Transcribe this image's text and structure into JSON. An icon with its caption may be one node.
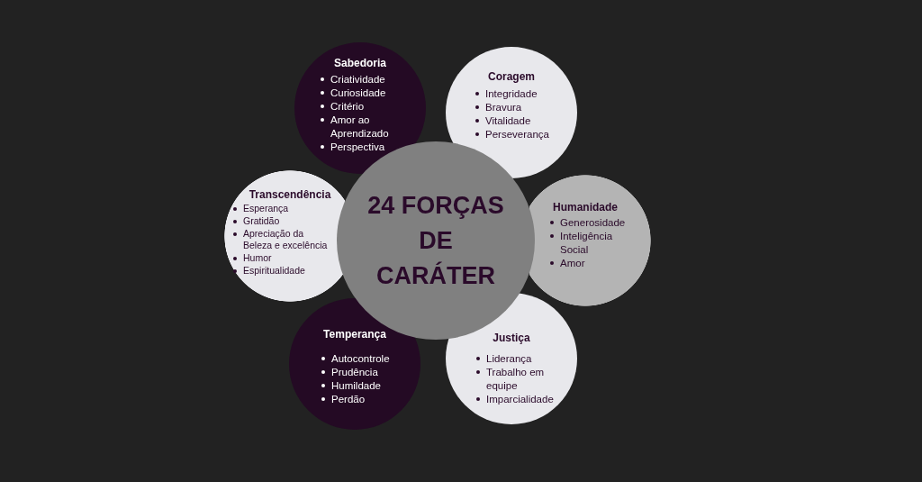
{
  "diagram": {
    "nodes": [
      {
        "text": [
          "Sabedoria",
          "Criatividade",
          "Curiosidade",
          "Critério",
          "Amor ao Aprendizado",
          "Perspectiva"
        ]
      },
      {
        "text": [
          "Coragem",
          "Integridade",
          "Bravura",
          "Vitalidade",
          "Perseverança"
        ]
      },
      {
        "text": [
          "Transcendência",
          "Esperança",
          "Gratidão",
          "Apreciação da Beleza e excelência",
          "Humor",
          "Espiritualidade"
        ]
      },
      {
        "text": [
          "24 FORÇAS DE CARÁTER"
        ]
      },
      {
        "text": [
          "Humanidade",
          "Generosidade",
          "Inteligência Social",
          "Amor"
        ]
      },
      {
        "text": [
          "Temperança",
          "Autocontrole",
          "Prudência",
          "Humildade",
          "Perdão"
        ]
      },
      {
        "text": [
          "Justiça",
          "Liderança",
          "Trabalho em equipe",
          "Imparcialidade"
        ]
      }
    ],
    "edges": []
  }
}
